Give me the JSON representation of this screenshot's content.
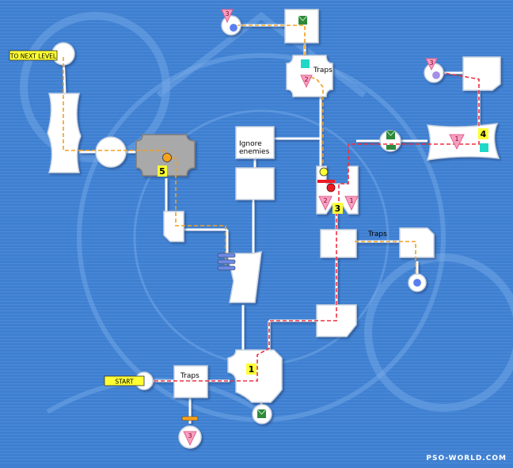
{
  "map": {
    "labels": {
      "to_next_level": "TO NEXT LEVEL",
      "start": "START",
      "ignore_line1": "Ignore",
      "ignore_line2": "enemies",
      "traps_top": "Traps",
      "traps_mid": "Traps",
      "traps_bottom": "Traps",
      "watermark": "PSO-WORLD.COM"
    },
    "markers": {
      "m1": "1",
      "m3": "3",
      "m4": "4",
      "m5": "5",
      "door_top": "3",
      "door_top_right": "3",
      "door_bottom": "3",
      "door_traps_top": "2",
      "door_right_room": "1",
      "door_center_left": "2",
      "door_center_right": "1"
    },
    "colors": {
      "background": "#3f7fd0",
      "room_fill": "#ffffff",
      "room_stroke": "#c8d2e0",
      "special_room_fill": "#a9a9a9",
      "path_orange": "#f0a020",
      "path_red": "#ee3040",
      "path_white": "#ffffff",
      "label_fill": "#ffff33",
      "item_green": "#2d8a3a",
      "cyan_switch": "#20d8c8",
      "blue_orb": "#5a7ef0",
      "purple_orb": "#a48ee8",
      "orange_orb": "#f7a21b",
      "door_pink": "#f7a0c0"
    }
  }
}
